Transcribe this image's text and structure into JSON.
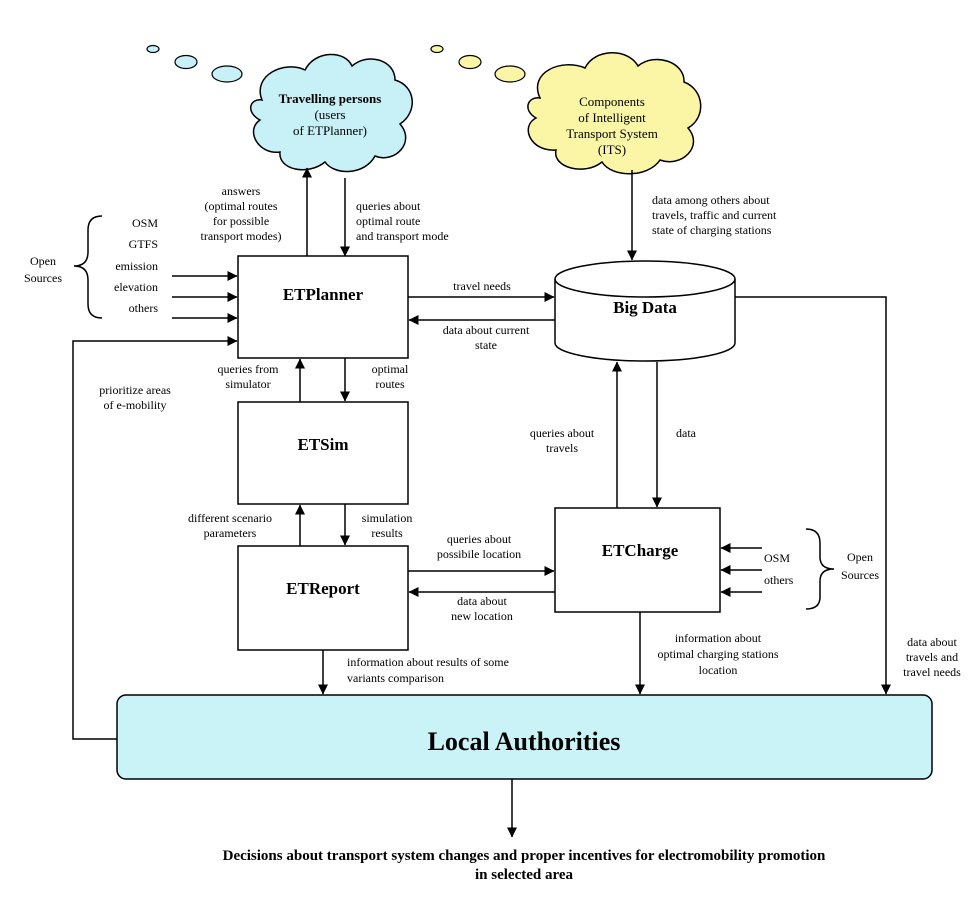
{
  "colors": {
    "cloud_users": "#c7f1f6",
    "cloud_its": "#fbf6a6",
    "local_authorities_fill": "#c9f3f6",
    "stroke": "#000000"
  },
  "clouds": {
    "users": {
      "bold": "Travelling persons",
      "lines": [
        "(users",
        "of ETPlanner)"
      ]
    },
    "its": {
      "lines": [
        "Components",
        "of Intelligent",
        "Transport System",
        "(ITS)"
      ]
    }
  },
  "boxes": {
    "etplanner": "ETPlanner",
    "etsim": "ETSim",
    "etreport": "ETReport",
    "etcharge": "ETCharge",
    "bigdata": "Big Data",
    "local": "Local Authorities"
  },
  "open_sources_left": {
    "label": [
      "Open",
      "Sources"
    ],
    "items": [
      "OSM",
      "GTFS",
      "emission",
      "elevation",
      "others"
    ]
  },
  "open_sources_right": {
    "label": [
      "Open",
      "Sources"
    ],
    "items": [
      "OSM",
      "others"
    ]
  },
  "labels": {
    "answers": [
      "answers",
      "(optimal routes",
      "for possible",
      "transport modes)"
    ],
    "queries_route": [
      "queries about",
      "optimal route",
      "and transport mode"
    ],
    "its_data": [
      "data among others about",
      "travels, traffic and current",
      "state of charging stations"
    ],
    "travel_needs": "travel needs",
    "current_state": [
      "data about current",
      "state"
    ],
    "queries_sim": [
      "queries from",
      "simulator"
    ],
    "optimal_routes": [
      "optimal",
      "routes"
    ],
    "prioritize": [
      "prioritize areas",
      "of e-mobility"
    ],
    "queries_travels": [
      "queries about",
      "travels"
    ],
    "data": "data",
    "scenario": [
      "different scenario",
      "parameters"
    ],
    "sim_results": [
      "simulation",
      "results"
    ],
    "queries_location": [
      "queries about",
      "possibile location"
    ],
    "new_location": [
      "data about",
      "new location"
    ],
    "results_comparison": [
      "information about results of some",
      "variants comparison"
    ],
    "charging_info": [
      "information about",
      "optimal charging stations",
      "location"
    ],
    "travels_needs": [
      "data about",
      "travels and",
      "travel needs"
    ]
  },
  "footer": [
    "Decisions about transport system changes and proper incentives for electromobility promotion",
    "in selected area"
  ]
}
